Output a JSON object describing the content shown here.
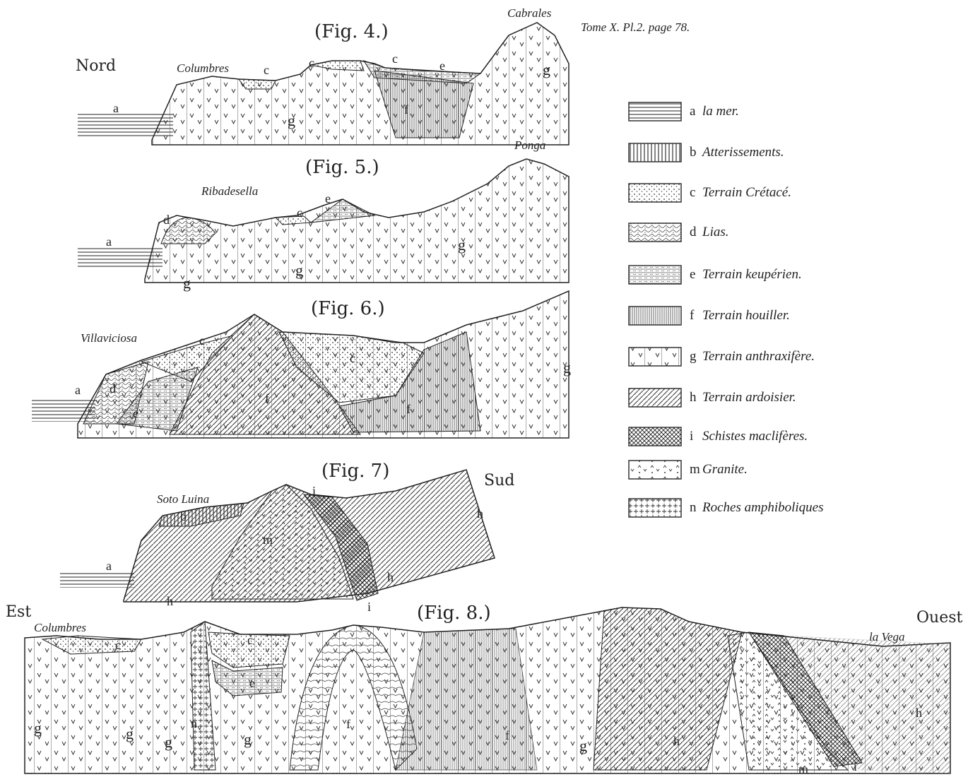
{
  "plate_ref": "Tome X. Pl.2. page 78.",
  "legend": [
    {
      "key": "a",
      "text": "la mer.",
      "pattern": "pat-mer"
    },
    {
      "key": "b",
      "text": "Atterissements.",
      "pattern": "pat-vert"
    },
    {
      "key": "c",
      "text": "Terrain Crétacé.",
      "pattern": "pat-dots"
    },
    {
      "key": "d",
      "text": "Lias.",
      "pattern": "pat-lias"
    },
    {
      "key": "e",
      "text": "Terrain keupérien.",
      "pattern": "pat-keuper"
    },
    {
      "key": "f",
      "text": "Terrain houiller.",
      "pattern": "pat-fine-vert"
    },
    {
      "key": "g",
      "text": "Terrain anthraxifère.",
      "pattern": "pat-v"
    },
    {
      "key": "h",
      "text": "Terrain ardoisier.",
      "pattern": "pat-diag"
    },
    {
      "key": "i",
      "text": "Schistes maclifères.",
      "pattern": "pat-cross"
    },
    {
      "key": "m",
      "text": "Granite.",
      "pattern": "pat-granite"
    },
    {
      "key": "n",
      "text": "Roches amphiboliques",
      "pattern": "pat-plus"
    }
  ],
  "figures": {
    "fig4": {
      "title": "(Fig. 4.)",
      "dir_left": "Nord",
      "place_left": "Columbres",
      "place_right": "Cabrales"
    },
    "fig5": {
      "title": "(Fig. 5.)",
      "place_left": "Ribadesella",
      "place_right": "Ponga"
    },
    "fig6": {
      "title": "(Fig. 6.)",
      "place_left": "Villaviciosa"
    },
    "fig7": {
      "title": "(Fig. 7)",
      "place_left": "Soto Luina",
      "dir_right": "Sud"
    },
    "fig8": {
      "title": "(Fig. 8.)",
      "dir_left": "Est",
      "dir_right": "Ouest",
      "place_left": "Columbres",
      "place_right": "la Vega"
    }
  },
  "letters": {
    "a": "a",
    "b": "b",
    "c": "c",
    "d": "d",
    "e": "e",
    "f": "f",
    "g": "g",
    "h": "h",
    "i": "i",
    "m": "m",
    "n": "n"
  }
}
